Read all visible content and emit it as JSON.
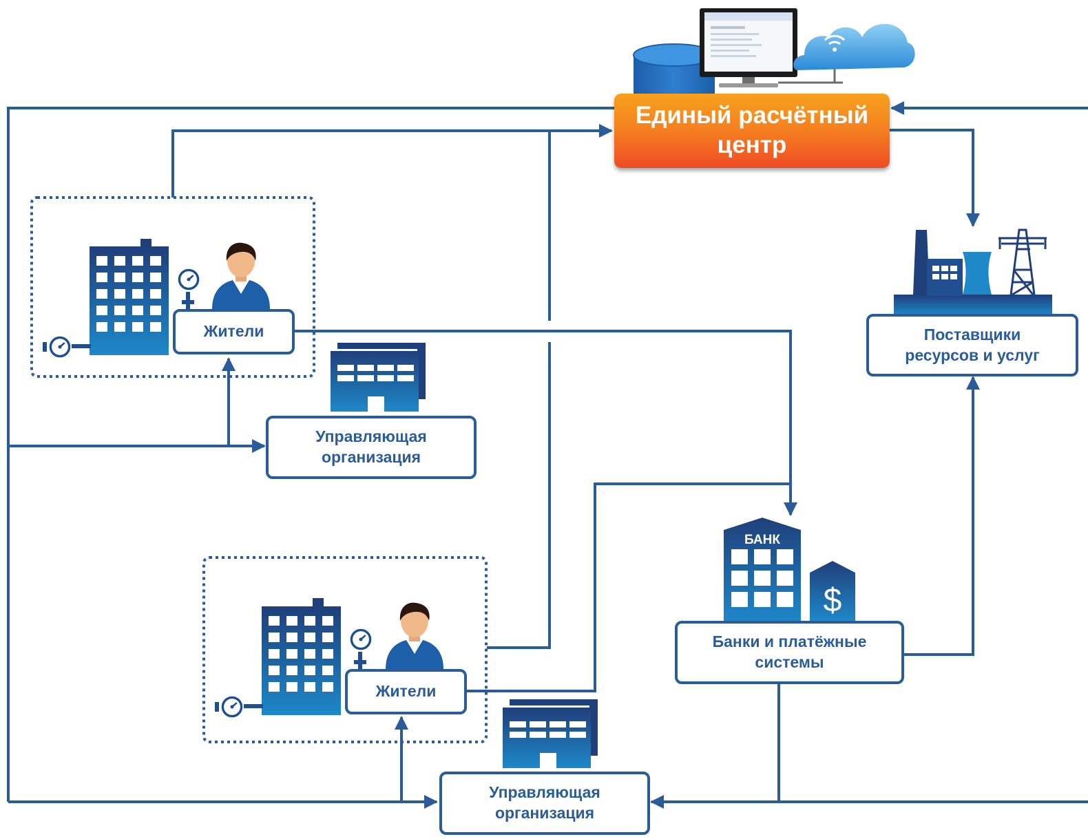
{
  "erc": {
    "line1": "Единый расчётный",
    "line2": "центр"
  },
  "residents_top": {
    "label": "Жители"
  },
  "residents_bottom": {
    "label": "Жители"
  },
  "management_top": {
    "line1": "Управляющая",
    "line2": "организация"
  },
  "management_bottom": {
    "line1": "Управляющая",
    "line2": "организация"
  },
  "suppliers": {
    "line1": "Поставщики",
    "line2": "ресурсов и услуг"
  },
  "banks": {
    "line1": "Банки и платёжные",
    "line2": "системы",
    "sign": "БАНК",
    "currency": "$"
  },
  "colors": {
    "line": "#2a5d98",
    "box_border": "#2a5d98",
    "erc_top": "#f7a11d",
    "erc_bottom": "#ef4b24",
    "icon_dark": "#1f3f7a",
    "icon_light": "#1e88c9"
  },
  "icons": [
    "database-icon",
    "monitor-icon",
    "cloud-icon",
    "apartment-building-icon",
    "meter-gauge-icon",
    "resident-person-icon",
    "office-building-icon",
    "power-plant-icon",
    "power-tower-icon",
    "bank-building-icon",
    "dollar-icon"
  ]
}
